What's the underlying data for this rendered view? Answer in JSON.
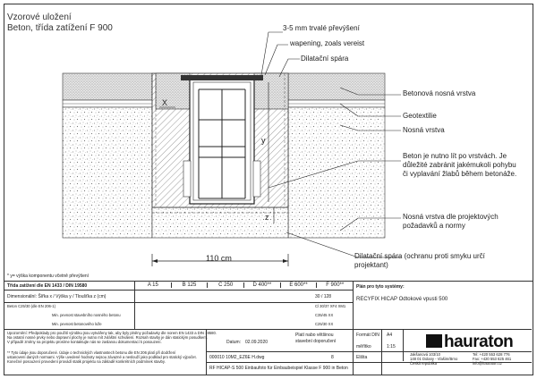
{
  "header": {
    "title_line1": "Vzorové uložení",
    "title_line2": "Beton, třída zatížení F 900"
  },
  "annotations": {
    "elevation": "3-5 mm trvalé převýšení",
    "sealant": "wapening, zoals vereist",
    "joint_top": "Dilatační spára",
    "bearing_concrete": "Betonová nosná vrstva",
    "geotextile": "Geotextilie",
    "bearing_layer": "Nosná vrstva",
    "note_line1": "Beton je nutno lít po vrstvách. Je",
    "note_line2": "důležité zabránit jakémukoli pohybu",
    "note_line3": "či vyplavání žlabů během betonáže.",
    "bearing_project_line1": "Nosná vrstva dle projektových",
    "bearing_project_line2": "požadavků a normy",
    "joint_bottom_line1": "Dilatační spára (ochranu proti smyku určí",
    "joint_bottom_line2": "projektant)",
    "width": "110 cm",
    "label_x": "X",
    "label_y": "y",
    "label_z": "z",
    "footnote": "* y= výška komponentu včetně převýšení"
  },
  "title_block": {
    "standard_label": "Třída zatížení dle EN 1433 / DIN 19580",
    "classes": [
      "A 15",
      "B 125",
      "C 250",
      "D 400**",
      "E 600**",
      "F 900**"
    ],
    "dimension_label": "Dimensionální: Šířka x / Výška y / Tloušťka z (cm)",
    "dimensions": "30 / 128",
    "rows": [
      {
        "label": "Beton C25/30 (dle EN 206-1)",
        "value": "Cl 30/37 XF4 XM1"
      },
      {
        "label": "Min. pevnost stavebního nosného betonu",
        "value": "C35/45 XX"
      },
      {
        "label": "Min. pevnost betonového lože",
        "value": "C25/30 XX"
      }
    ],
    "notes_line1": "Upozornění: Předpoklady pro použití výrobku jsou vytvářeny tak, aby byly plněny požadavky dle norem EN 1433 a DIN 19580.",
    "notes_line2": "Na ostatní nosné prvky nebo dopravní plochy je nutno mít zvláštní schválení. Rozsah stavby je dán statickým posudkem.",
    "notes_line3": "V případě změny na projektu prosíme kontaktujte nás se zaslanou dokumentací k posouzení.",
    "legal_line1": "** Tyto údaje jsou doporučené. Údaje o technických vlastnostech betonu dle EN 206 platí při dodržení",
    "legal_line2": "ustanovení daných normami. Výše uvedené hodnoty nejsou závazné a neslouží jako podklad pro statický výpočet.",
    "legal_line3": "Konečné posouzení provedení provádí statik projektu na základě konkrétních podmínek stavby.",
    "date_label": "Datum:",
    "date": "02.09.2020",
    "doc_label_line1": "Platí nabo většinou",
    "doc_label_line2": "stavební doporučení",
    "drawing_number": "000010 10M2_EZ6E H.dwg",
    "revision": "8",
    "product_name": "RF HICAP-S 500 Einbaufoto für Einbaubeispiel Klasse F 900 in Beton",
    "plan_label": "Plán pro tyto systémy:",
    "product_line": "RECYFIX HICAP Odtokové vpusti 500",
    "format_label": "Formát DIN",
    "format_value": "A4",
    "scale_label": "měřítko",
    "scale_value": "1:15",
    "sheet_label": "Elišta",
    "company_line1": "Jakšanová 103/10",
    "company_line2": "148 01 Dolany - Vlašim/Brno",
    "company_line3": "Česká republika",
    "phone_line1": "Tel: +420 553 628 776",
    "phone_line2": "Fax: +420 553 625 461",
    "phone_line3": "info@hauraton.cz",
    "logo": "hauraton"
  }
}
